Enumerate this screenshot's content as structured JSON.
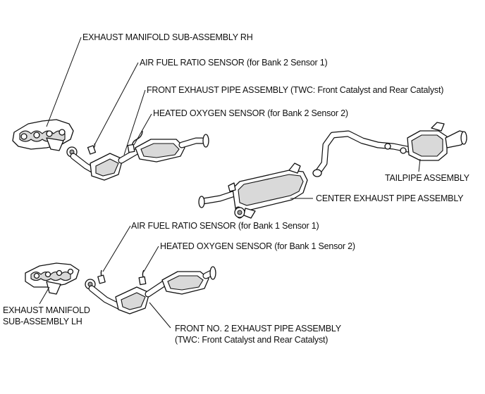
{
  "labels": {
    "manifold_rh": "EXHAUST MANIFOLD SUB-ASSEMBLY RH",
    "af_sensor_bank2": "AIR FUEL RATIO SENSOR (for Bank 2 Sensor 1)",
    "front_pipe": "FRONT EXHAUST PIPE ASSEMBLY (TWC: Front Catalyst and Rear Catalyst)",
    "ho2_sensor_bank2": "HEATED OXYGEN SENSOR (for Bank 2 Sensor 2)",
    "tailpipe": "TAILPIPE ASSEMBLY",
    "center_pipe": "CENTER EXHAUST PIPE ASSEMBLY",
    "af_sensor_bank1": "AIR FUEL RATIO SENSOR (for Bank 1 Sensor 1)",
    "ho2_sensor_bank1": "HEATED OXYGEN SENSOR (for Bank 1 Sensor 2)",
    "manifold_lh_line1": "EXHAUST MANIFOLD",
    "manifold_lh_line2": "SUB-ASSEMBLY LH",
    "front_no2_line1": "FRONT NO. 2 EXHAUST PIPE ASSEMBLY",
    "front_no2_line2": "(TWC: Front Catalyst and Rear Catalyst)"
  }
}
